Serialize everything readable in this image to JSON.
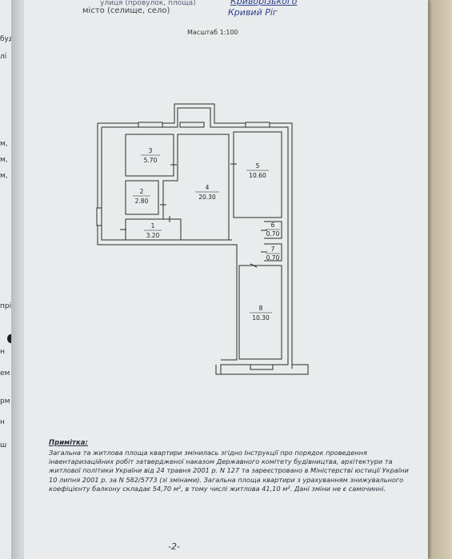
{
  "header": {
    "faded_top": "улиця (провулок, площа)",
    "locality": "місто (селище, село)",
    "city_top": "Криворізького",
    "city": "Кривий Ріг"
  },
  "scale_label": "Масштаб 1:100",
  "rooms": [
    {
      "number": "1",
      "area": "3.20"
    },
    {
      "number": "2",
      "area": "2.80"
    },
    {
      "number": "3",
      "area": "5.70"
    },
    {
      "number": "4",
      "area": "20.30"
    },
    {
      "number": "5",
      "area": "10.60"
    },
    {
      "number": "6",
      "area": "0.70"
    },
    {
      "number": "7",
      "area": "0.70"
    },
    {
      "number": "8",
      "area": "10.30"
    }
  ],
  "note": {
    "title": "Примітка:",
    "text": "Загальна та житлова площа квартири змінилась згідно Інструкції про порядок проведення інвентаризаційних робіт затвердженої наказом Державного комітету будівництва, архітектури та житлової політики України від 24 травня 2001 р. N 127 та зареєстровано в Міністерстві юстиції України 10 липня 2001 р. за N 582/5773 (зі змінами). Загальна площа квартири з урахуванням знижувального коефіцієнту балкону складає 54,70 м², в тому числі житлова 41,10 м². Дані зміни не є самочинні."
  },
  "page_number": "-2-",
  "left_page_fragments": [
    "будин",
    "лі",
    "м,",
    "м,",
    "м,",
    "пріє",
    "н",
    "ем",
    "рм",
    "н",
    "ш"
  ]
}
